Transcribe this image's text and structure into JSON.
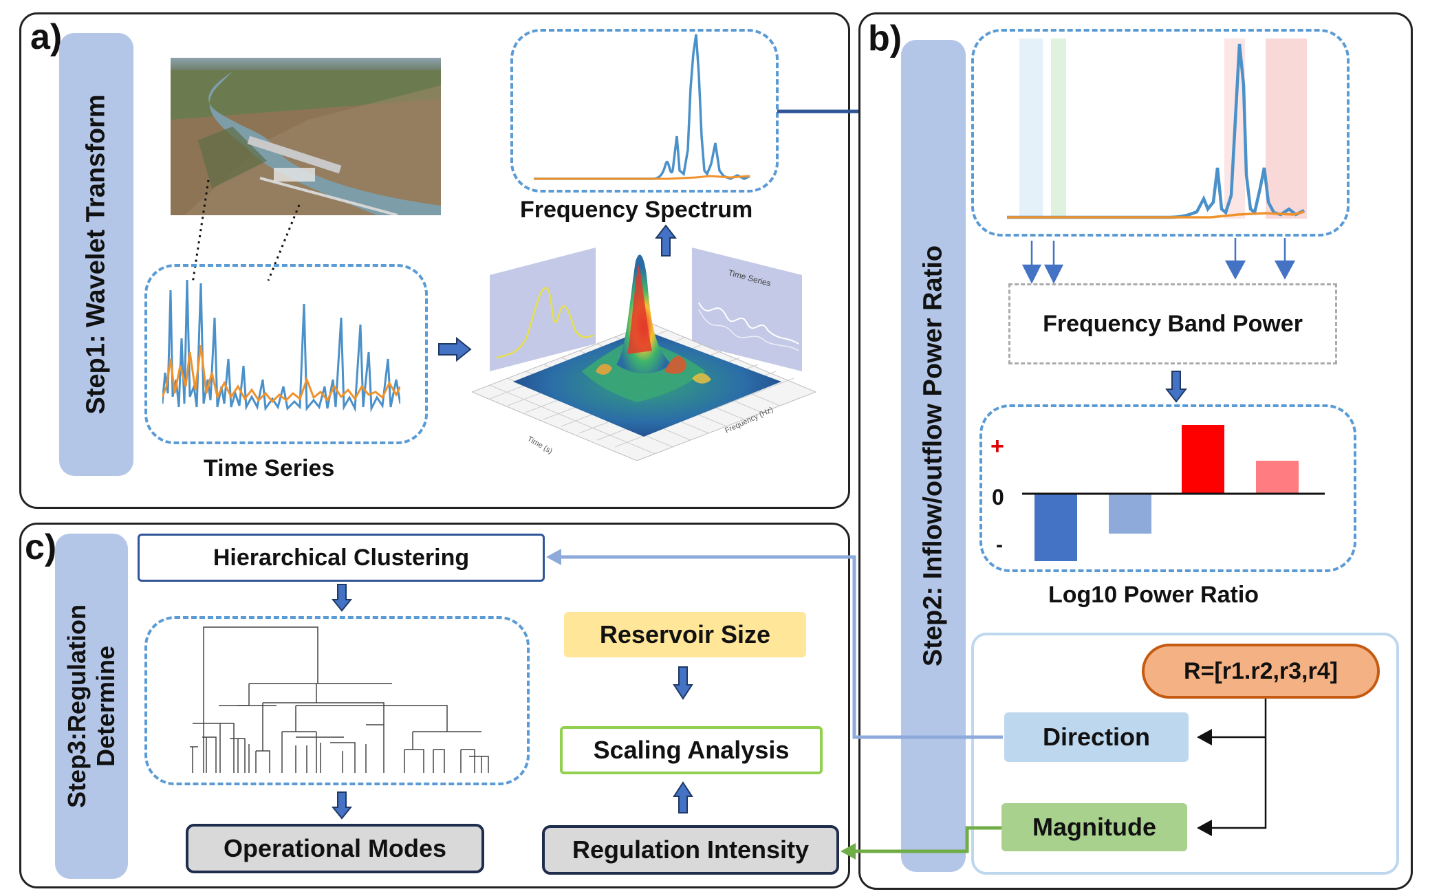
{
  "panel_a": {
    "letter": "a)",
    "step_label": "Step1:  Wavelet Transform",
    "time_series_label": "Time Series",
    "spectrum_label": "Frequency Spectrum",
    "surface_left_inset_label": "",
    "surface_right_inset_label": "Time Series",
    "surface_xaxis_label": "Time (s)",
    "surface_yaxis_label": "Frequency (Hz)"
  },
  "panel_b": {
    "letter": "b)",
    "step_label": "Step2:  Inflow/outflow Power Ratio",
    "band_power_label": "Frequency Band Power",
    "ratio_label": "Log10 Power Ratio",
    "plus_sign": "+",
    "zero_label": "0",
    "minus_sign": "-",
    "r_vector": "R=[r1.r2,r3,r4]",
    "direction_label": "Direction",
    "magnitude_label": "Magnitude"
  },
  "panel_c": {
    "letter": "c)",
    "step_label_line1": "Step3:Regulation",
    "step_label_line2": "Determine",
    "clustering_label": "Hierarchical Clustering",
    "modes_label": "Operational Modes",
    "reservoir_label": "Reservoir Size",
    "scaling_label": "Scaling Analysis",
    "intensity_label": "Regulation Intensity"
  },
  "colors": {
    "step_bar": "#b3c6e7",
    "dashed_border": "#5b9bd5",
    "series_blue": "#4a90c9",
    "series_orange": "#f0922b",
    "bar_dark_blue": "#4472c4",
    "bar_light_blue": "#8eaadb",
    "bar_red": "#ff0000",
    "bar_pink": "#ff7c80",
    "reservoir_fill": "#ffe699",
    "direction_fill": "#bdd7ee",
    "magnitude_fill": "#a9d18e",
    "r_vector_fill": "#f4b183",
    "green_arrow": "#70ad47",
    "dark_arrow": "#2f5597"
  }
}
